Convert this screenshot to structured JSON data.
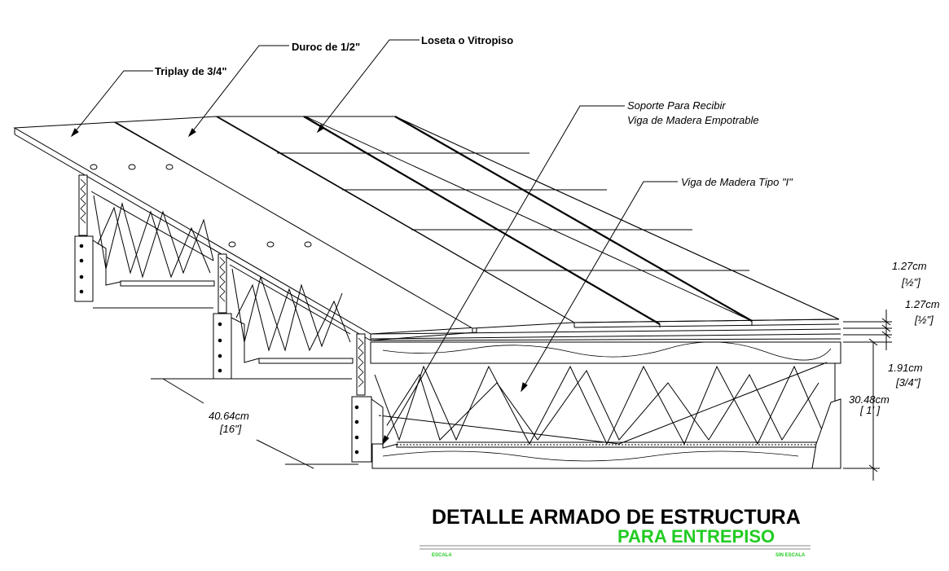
{
  "labels": {
    "triplay": "Triplay de 3/4\"",
    "duroc": "Duroc de 1/2\"",
    "loseta": "Loseta o Vitropiso",
    "soporte_line1": "Soporte Para Recibir",
    "soporte_line2": "Viga de Madera Empotrable",
    "viga": "Viga de Madera Tipo \"I\""
  },
  "dimensions": {
    "d1_cm": "1.27cm",
    "d1_in": "[½\"]",
    "d2_cm": "1.27cm",
    "d2_in": "[½\"]",
    "d3_cm": "1.91cm",
    "d3_in": "[3/4\"]",
    "d4_cm": "30.48cm",
    "d4_in": "[ 1' ]",
    "spacing_cm": "40.64cm",
    "spacing_in": "[16\"]"
  },
  "title": {
    "line1": "DETALLE ARMADO DE ESTRUCTURA",
    "line2": "PARA ENTREPISO",
    "escala_label": "ESCALA",
    "escala_value": "SIN ESCALA"
  },
  "colors": {
    "line": "#000000",
    "accent_green": "#22cc22"
  }
}
